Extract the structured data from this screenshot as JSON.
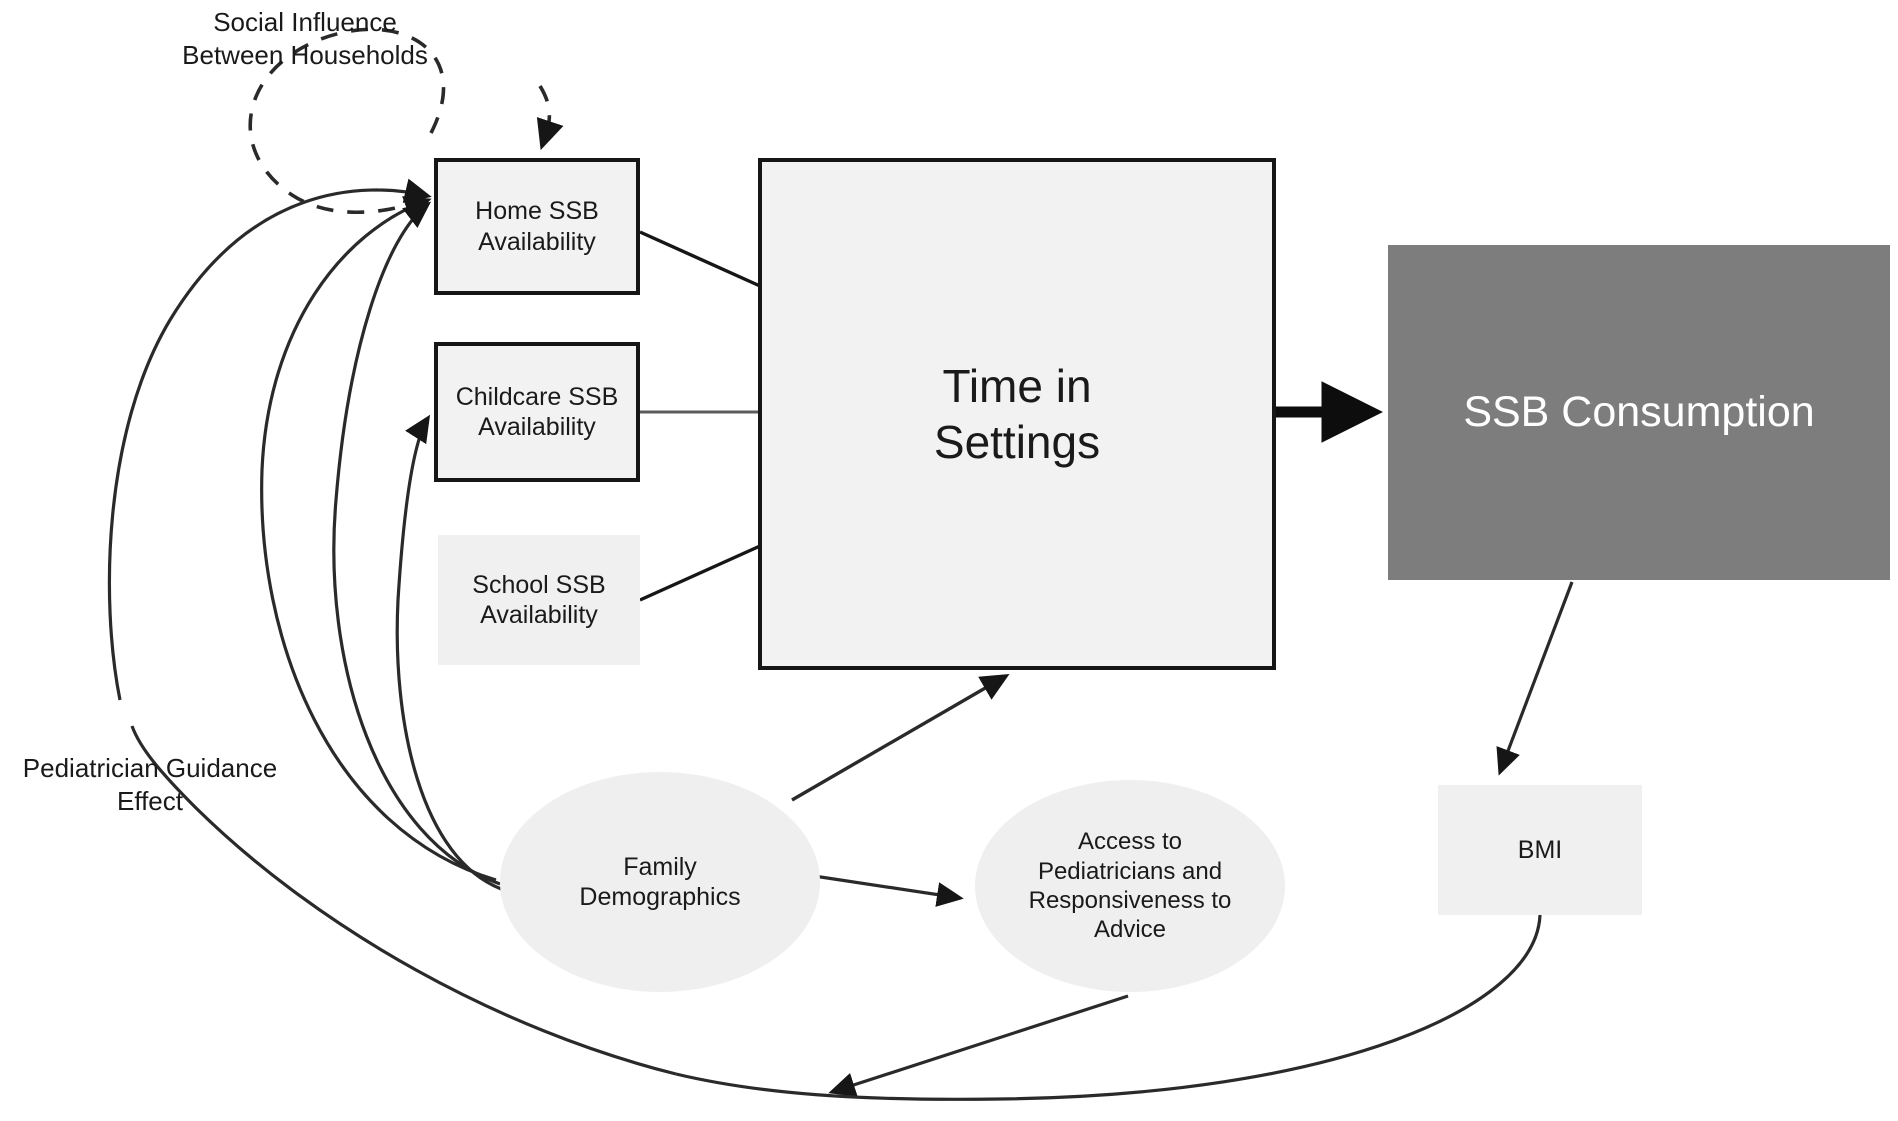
{
  "diagram": {
    "title": "SSB Consumption Conceptual System Diagram",
    "background_color": "#ffffff",
    "nodes": {
      "home_ssb": {
        "label": "Home SSB\nAvailability",
        "shape": "rectangle",
        "fill": "#f2f2f2",
        "stroke": "#161616"
      },
      "childcare_ssb": {
        "label": "Childcare SSB\nAvailability",
        "shape": "rectangle",
        "fill": "#f2f2f2",
        "stroke": "#161616"
      },
      "school_ssb": {
        "label": "School SSB\nAvailability",
        "shape": "rectangle",
        "fill": "#f0f0f0",
        "stroke": "none"
      },
      "time_in_settings": {
        "label": "Time in\nSettings",
        "shape": "rectangle",
        "fill": "#f2f2f2",
        "stroke": "#161616"
      },
      "ssb_consumption": {
        "label": "SSB Consumption",
        "shape": "rectangle",
        "fill": "#7d7d7d",
        "stroke": "none",
        "text_color": "#ffffff"
      },
      "bmi": {
        "label": "BMI",
        "shape": "rectangle",
        "fill": "#f0f0f0",
        "stroke": "none"
      },
      "family_demographics": {
        "label": "Family\nDemographics",
        "shape": "ellipse",
        "fill": "#efefef",
        "stroke": "none"
      },
      "access_pediatricians": {
        "label": "Access to\nPediatricians and\nResponsiveness to\nAdvice",
        "shape": "ellipse",
        "fill": "#efefef",
        "stroke": "none"
      }
    },
    "annotations": {
      "social_influence": {
        "label": "Social Influence\nBetween Households",
        "style": "dashed-loop-label"
      },
      "pediatrician_guidance": {
        "label": "Pediatrician Guidance\nEffect",
        "style": "curve-label"
      }
    },
    "edges": [
      {
        "from": "social_influence_loop",
        "to": "home_ssb",
        "style": "dashed",
        "arrow": true
      },
      {
        "from": "home_ssb",
        "to": "time_in_settings",
        "style": "solid",
        "arrow": false
      },
      {
        "from": "childcare_ssb",
        "to": "time_in_settings",
        "style": "solid",
        "arrow": false
      },
      {
        "from": "school_ssb",
        "to": "time_in_settings",
        "style": "solid",
        "arrow": false
      },
      {
        "from": "time_in_settings",
        "to": "ssb_consumption",
        "style": "thick-solid",
        "arrow": true
      },
      {
        "from": "ssb_consumption",
        "to": "bmi",
        "style": "solid",
        "arrow": true
      },
      {
        "from": "family_demographics",
        "to": "time_in_settings",
        "style": "solid",
        "arrow": true
      },
      {
        "from": "family_demographics",
        "to": "access_pediatricians",
        "style": "solid",
        "arrow": true
      },
      {
        "from": "access_pediatricians",
        "to": "feedback_junction",
        "style": "solid",
        "arrow": true
      },
      {
        "from": "bmi",
        "to": "feedback_junction",
        "style": "curved-solid",
        "arrow": false
      },
      {
        "from": "feedback_junction",
        "to": "home_ssb",
        "style": "curved-solid",
        "arrow": true
      },
      {
        "from": "feedback_junction",
        "to": "childcare_ssb",
        "style": "curved-solid",
        "arrow": true
      },
      {
        "from": "family_demographics",
        "to": "home_ssb",
        "style": "curved-solid",
        "arrow": true
      }
    ]
  }
}
